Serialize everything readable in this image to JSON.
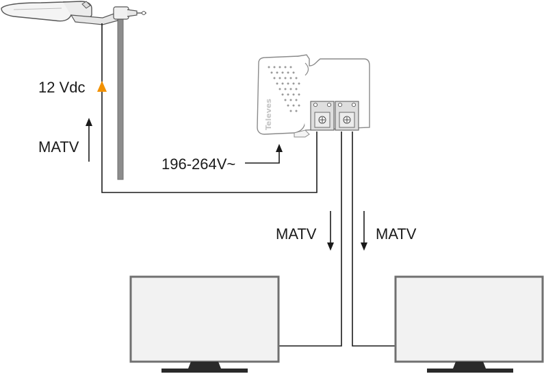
{
  "labels": {
    "supply_voltage": "12 Vdc",
    "matv_up": "MATV",
    "mains_voltage": "196-264V~",
    "matv_down_left": "MATV",
    "matv_down_right": "MATV",
    "brand": "Televes"
  },
  "colors": {
    "line": "#1a1a1a",
    "mast": "#8c8c8c",
    "voltage_marker": "#f29100",
    "device_outline": "#8a8a8a",
    "tv_body": "#f2f2f2",
    "tv_border": "#707070"
  },
  "icons": {
    "antenna": "antenna-icon",
    "power_supply": "power-supply-icon",
    "tv": "tv-icon"
  }
}
